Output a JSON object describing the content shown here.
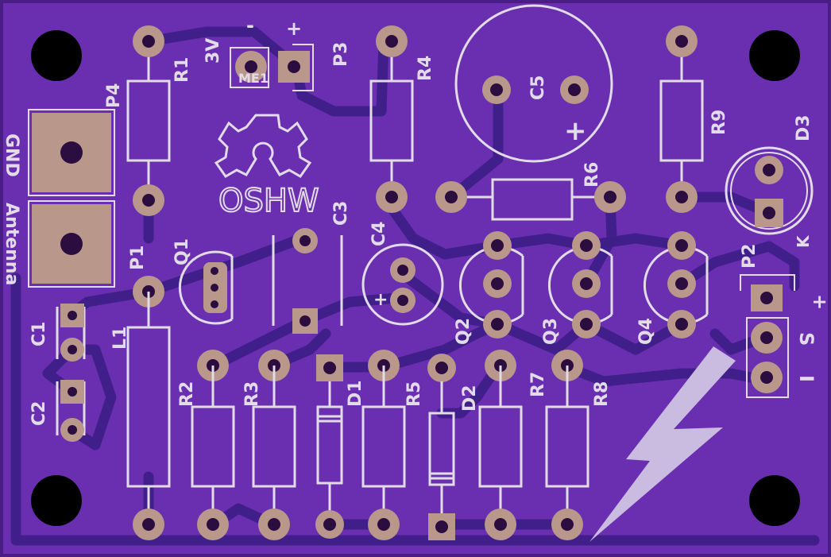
{
  "board": {
    "colors": {
      "board": "#6a2fb0",
      "edge": "#4a1d85",
      "trace": "#3d1e86",
      "silkscreen": "#e2dbe8",
      "pad": "#b9978b",
      "mounting_hole": "#000000"
    },
    "logo_text": "OSHW",
    "labels": {
      "R1": "R1",
      "R2": "R2",
      "R3": "R3",
      "R4": "R4",
      "R5": "R5",
      "R6": "R6",
      "R7": "R7",
      "R8": "R8",
      "R9": "R9",
      "C1": "C1",
      "C2": "C2",
      "C3": "C3",
      "C4": "C4",
      "C5": "C5",
      "Q1": "Q1",
      "Q2": "Q2",
      "Q3": "Q3",
      "Q4": "Q4",
      "D1": "D1",
      "D2": "D2",
      "D3": "D3",
      "L1": "L1",
      "P1": "P1",
      "P2": "P2",
      "P3": "P3",
      "P4": "P4",
      "ME1": "ME1",
      "K": "K",
      "volt_3v": "3V",
      "p3_minus": "-",
      "p3_plus": "+",
      "c4_plus": "+",
      "c5_plus": "+",
      "p2_plus": "+",
      "p2_s": "S",
      "p2_minus": "I",
      "gnd": "GND",
      "antenna": "Antenna"
    }
  }
}
